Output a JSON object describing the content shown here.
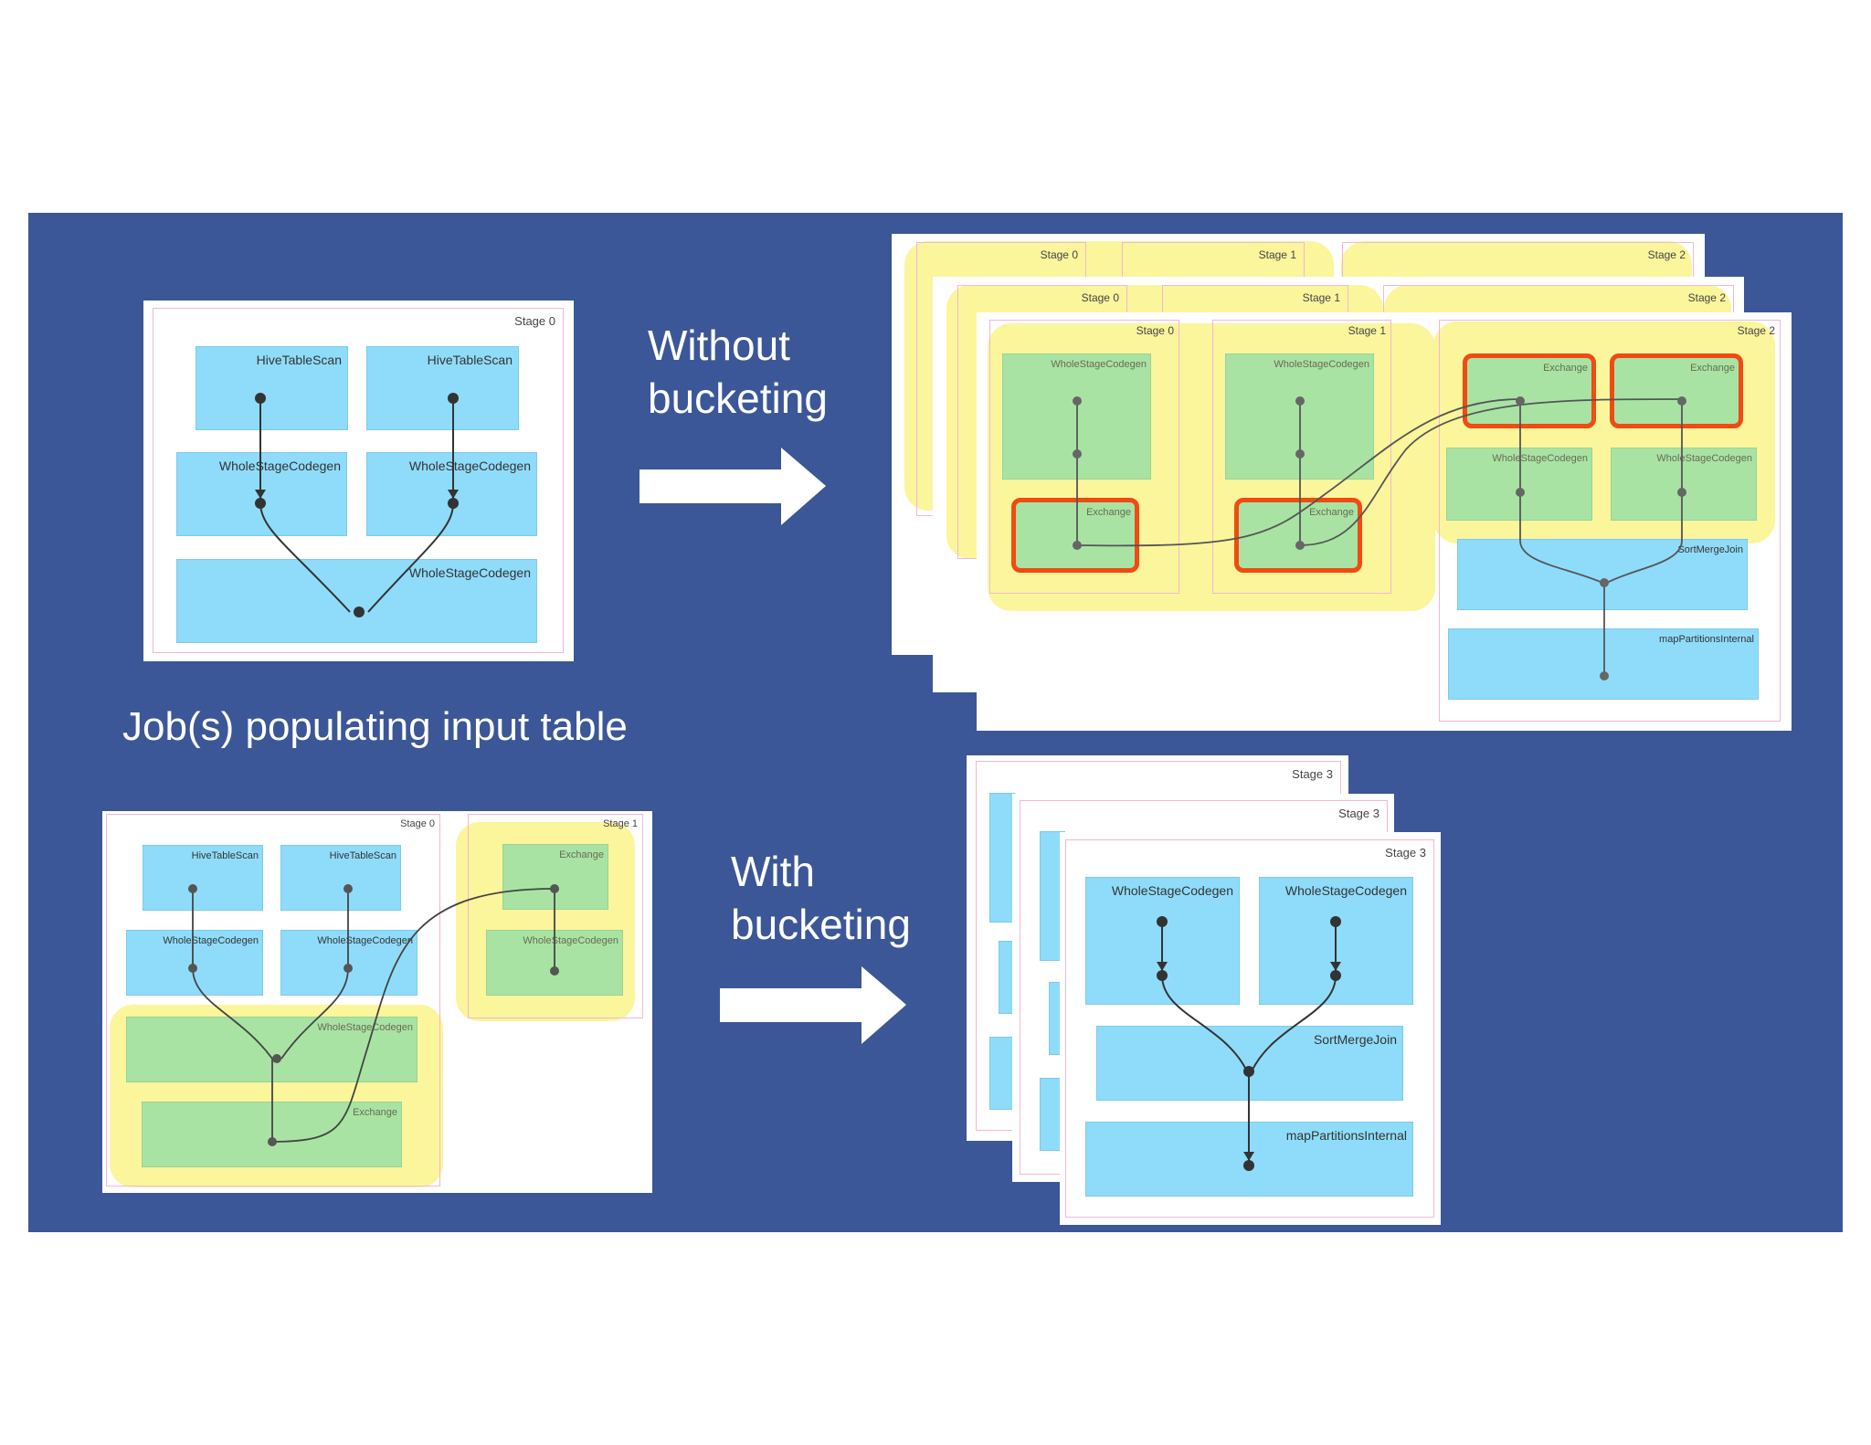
{
  "captions": {
    "without": [
      "Without",
      "bucketing"
    ],
    "with": [
      "With",
      "bucketing"
    ],
    "jobs": "Job(s) populating  input table"
  },
  "colors": {
    "background": "#3c5797",
    "node_blue": "#8fdcfa",
    "node_green": "#a8e3a4",
    "highlight_yellow": "#fbf48e",
    "exchange_outline": "#ef4b12",
    "stage_border": "#f3b7d4"
  },
  "input_dag": {
    "stage": "Stage 0",
    "nodes": [
      "HiveTableScan",
      "HiveTableScan",
      "WholeStageCodegen",
      "WholeStageCodegen",
      "WholeStageCodegen"
    ]
  },
  "populating_dag": {
    "stages": [
      "Stage 0",
      "Stage 1"
    ],
    "nodes": [
      "HiveTableScan",
      "HiveTableScan",
      "WholeStageCodegen",
      "WholeStageCodegen",
      "WholeStageCodegen",
      "Exchange",
      "Exchange",
      "WholeStageCodegen"
    ]
  },
  "without_dag": {
    "stages": [
      "Stage 0",
      "Stage 1",
      "Stage 2"
    ],
    "nodes": [
      "WholeStageCodegen",
      "Exchange",
      "WholeStageCodegen",
      "Exchange",
      "Exchange",
      "Exchange",
      "WholeStageCodegen",
      "WholeStageCodegen",
      "SortMergeJoin",
      "mapPartitionsInternal"
    ]
  },
  "with_dag": {
    "stage": "Stage 3",
    "nodes": [
      "WholeStageCodegen",
      "WholeStageCodegen",
      "SortMergeJoin",
      "mapPartitionsInternal"
    ]
  }
}
